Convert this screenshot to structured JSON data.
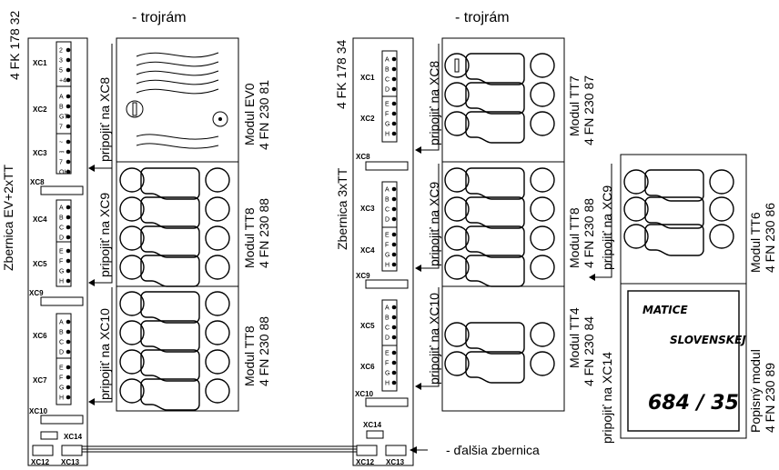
{
  "header": {
    "left_title": "- trojrám",
    "right_title": "- trojrám"
  },
  "bus1": {
    "name": "Zbernica EV+2xTT",
    "code": "4 FK 178 32",
    "xc1_label": "XC1",
    "xc1_pins": [
      "2",
      "3",
      "5",
      "+4"
    ],
    "xc2_label": "XC2",
    "xc2_pins": [
      "A",
      "B",
      "GT",
      "7"
    ],
    "xc3_label": "XC3",
    "xc3_pins": [
      "~",
      "⎓",
      "7",
      "OH"
    ],
    "xc4_label": "XC4",
    "xc4_pins": [
      "A",
      "B",
      "C",
      "D"
    ],
    "xc5_label": "XC5",
    "xc5_pins": [
      "E",
      "F",
      "G",
      "H"
    ],
    "xc6_label": "XC6",
    "xc6_pins": [
      "A",
      "B",
      "C",
      "D"
    ],
    "xc7_label": "XC7",
    "xc7_pins": [
      "E",
      "F",
      "G",
      "H"
    ],
    "xc8_label": "XC8",
    "xc9_label": "XC9",
    "xc10_label": "XC10",
    "xc14_label": "XC14",
    "xc12_label": "XC12",
    "xc13_label": "XC13"
  },
  "bus2": {
    "name": "Zbernica 3xTT",
    "code": "4 FK 178 34",
    "xc1_label": "XC1",
    "xc1_pins": [
      "A",
      "B",
      "C",
      "D"
    ],
    "xc2_label": "XC2",
    "xc2_pins": [
      "E",
      "F",
      "G",
      "H"
    ],
    "xc3_label": "XC3",
    "xc3_pins": [
      "A",
      "B",
      "C",
      "D"
    ],
    "xc4_label": "XC4",
    "xc4_pins": [
      "E",
      "F",
      "G",
      "H"
    ],
    "xc5_label": "XC5",
    "xc5_pins": [
      "A",
      "B",
      "C",
      "D"
    ],
    "xc6_label": "XC6",
    "xc6_pins": [
      "E",
      "F",
      "G",
      "H"
    ],
    "xc8_label": "XC8",
    "xc9_label": "XC9",
    "xc10_label": "XC10",
    "xc14_label": "XC14",
    "xc12_label": "XC12",
    "xc13_label": "XC13"
  },
  "connections": {
    "to_xc8": "pripojiť na XC8",
    "to_xc9": "pripojiť na XC9",
    "to_xc10": "pripojiť na XC10",
    "to_xc14": "pripojiť na XC14",
    "next_bus": "- ďalšia zbernica"
  },
  "modules": {
    "ev0": {
      "name": "Modul EV0",
      "code": "4 FN 230 81"
    },
    "tt8_a": {
      "name": "Modul TT8",
      "code": "4 FN 230 88"
    },
    "tt8_b": {
      "name": "Modul TT8",
      "code": "4 FN 230 88"
    },
    "tt7": {
      "name": "Modul TT7",
      "code": "4 FN 230 87"
    },
    "tt8_c": {
      "name": "Modul TT8",
      "code": "4 FN 230 88"
    },
    "tt4": {
      "name": "Modul TT4",
      "code": "4 FN 230 84"
    },
    "tt6": {
      "name": "Modul TT6",
      "code": "4 FN 230 86"
    },
    "label": {
      "name": "Popisný modul",
      "code": "4 FN 230 89"
    }
  },
  "label_plate": {
    "line1": "MATICE",
    "line2": "SLOVENSKEJ",
    "number": "684 / 35"
  }
}
